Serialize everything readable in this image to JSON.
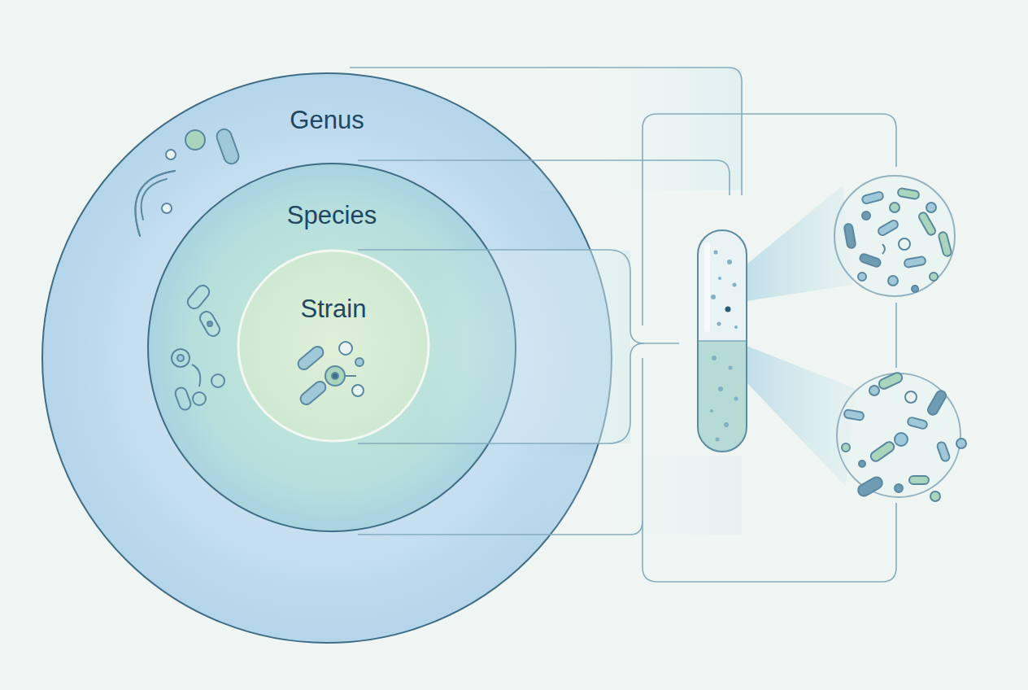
{
  "diagram": {
    "nodes": [
      {
        "text": [
          "Genus"
        ]
      },
      {
        "text": [
          "Species"
        ],
        "in": 0
      },
      {
        "text": [
          "Strain"
        ],
        "in": 1
      }
    ]
  }
}
